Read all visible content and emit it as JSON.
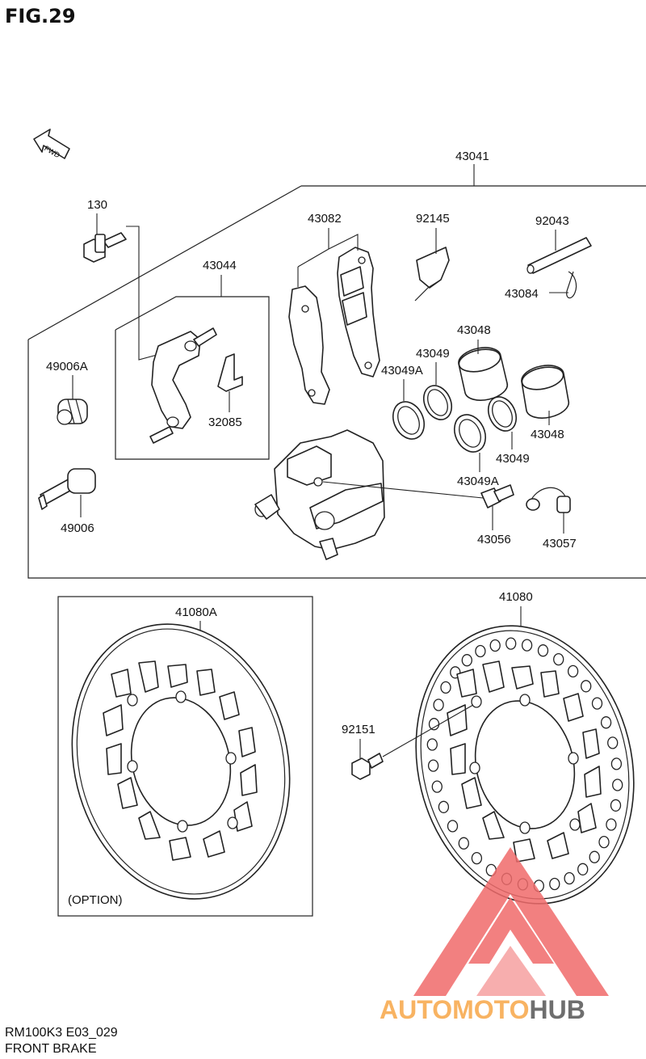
{
  "figure_title": "FIG.29",
  "fwd_label": "FWD",
  "parts": {
    "p43041": "43041",
    "p130": "130",
    "p43044": "43044",
    "p43082": "43082",
    "p92145": "92145",
    "p92043": "92043",
    "p43084": "43084",
    "p49006A": "49006A",
    "p49006": "49006",
    "p32085": "32085",
    "p43048a": "43048",
    "p43049a": "43049",
    "p43049Aa": "43049A",
    "p43048b": "43048",
    "p43049b": "43049",
    "p43049Ab": "43049A",
    "p43056": "43056",
    "p43057": "43057",
    "p41080A": "41080A",
    "p41080": "41080",
    "p92151": "92151"
  },
  "option_label": "(OPTION)",
  "footer": {
    "code": "RM100K3 E03_029",
    "section": "FRONT BRAKE"
  },
  "watermark": {
    "text_a": "AUTOMOTO",
    "text_b": "HUB",
    "color_red": "#f06b6b",
    "color_orange": "#f7a647",
    "color_dark": "#555555"
  }
}
